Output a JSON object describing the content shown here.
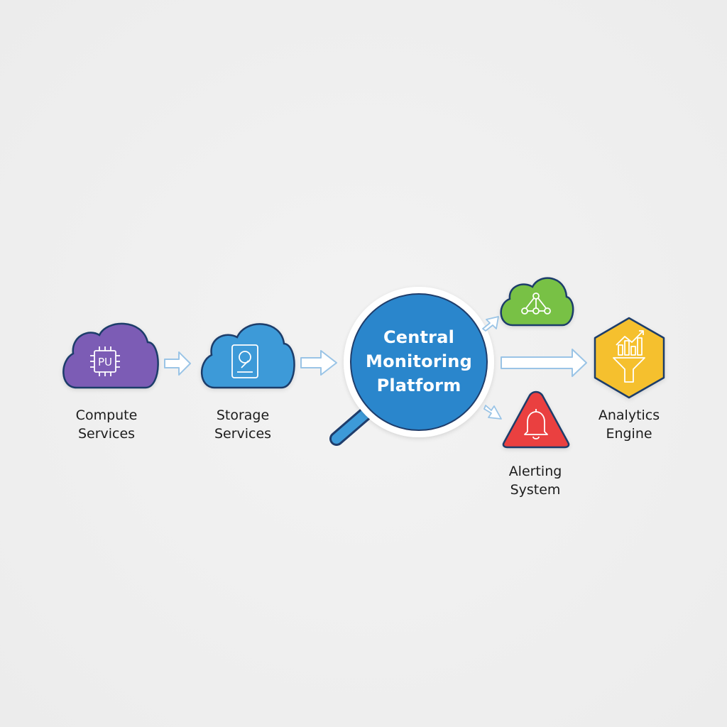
{
  "nodes": {
    "compute": {
      "line1": "Compute",
      "line2": "Services",
      "chip_text": "PU",
      "icon": "cpu-chip-icon",
      "color": "#7b5bb5"
    },
    "storage": {
      "line1": "Storage",
      "line2": "Services",
      "icon": "hard-drive-icon",
      "color": "#3d9ad8"
    },
    "central": {
      "line1": "Central",
      "line2": "Monitoring",
      "line3": "Platform",
      "icon": "magnifier-icon",
      "color": "#2a86cc"
    },
    "network": {
      "icon": "network-nodes-icon",
      "color": "#78c145"
    },
    "alerting": {
      "line1": "Alerting",
      "line2": "System",
      "icon": "bell-icon",
      "color": "#ea4141"
    },
    "analytics": {
      "line1": "Analytics",
      "line2": "Engine",
      "icon": "chart-funnel-icon",
      "color": "#f5c02d"
    }
  },
  "colors": {
    "outline": "#1f3d6b",
    "arrow_stroke": "#9ac4e6",
    "arrow_fill": "#ffffff"
  }
}
